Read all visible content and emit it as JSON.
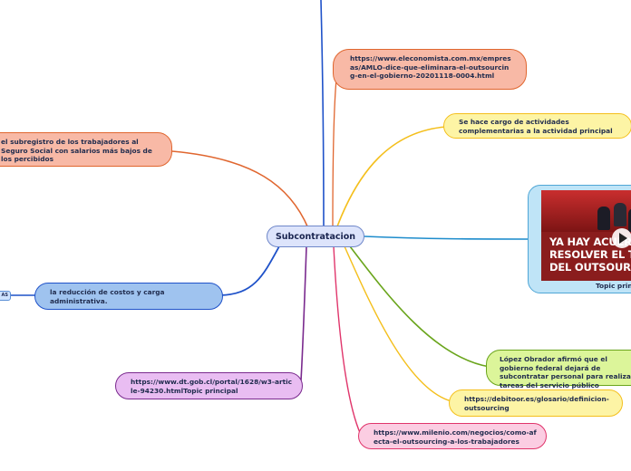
{
  "center": {
    "label": "Subcontratacion"
  },
  "nodes": {
    "eleconomista": "https://www.eleconomista.com.mx/empresas/AMLO-dice-que-eliminara-el-outsourcing-en-el-gobierno-20201118-0004.html",
    "actividades": "Se hace cargo de actividades complementarias a la actividad principal",
    "subregistro": "el subregistro de los trabajadores al Seguro Social con salarios más bajos de los percibidos",
    "reduccion": "la reducción de costos y carga administrativa.",
    "lopez": "López Obrador afirmó que el gobierno federal dejará de subcontratar personal para realizar tareas del servicio público",
    "debitoor": "https://debitoor.es/glosario/definicion-outsourcing",
    "dt_gob": "https://www.dt.gob.cl/portal/1628/w3-article-94230.htmlTopic principal",
    "milenio": "https://www.milenio.com/negocios/como-afecta-el-outsourcing-a-los-trabajadores"
  },
  "video": {
    "headline": "YA HAY ACUERDO PARA\nRESOLVER EL TEMA\nDEL OUTSOURCING",
    "caption": "Topic principal"
  },
  "tags": {
    "left_tag": "AS"
  },
  "colors": {
    "center_bg": "#dde4fb",
    "salmon": "#f8b9a6",
    "blue": "#9fc3ef",
    "yellow": "#fdf4a5",
    "green": "#dcf59a",
    "pink": "#fbcde2",
    "purple": "#e9bdf2",
    "video_bg": "#bfe4f7"
  }
}
